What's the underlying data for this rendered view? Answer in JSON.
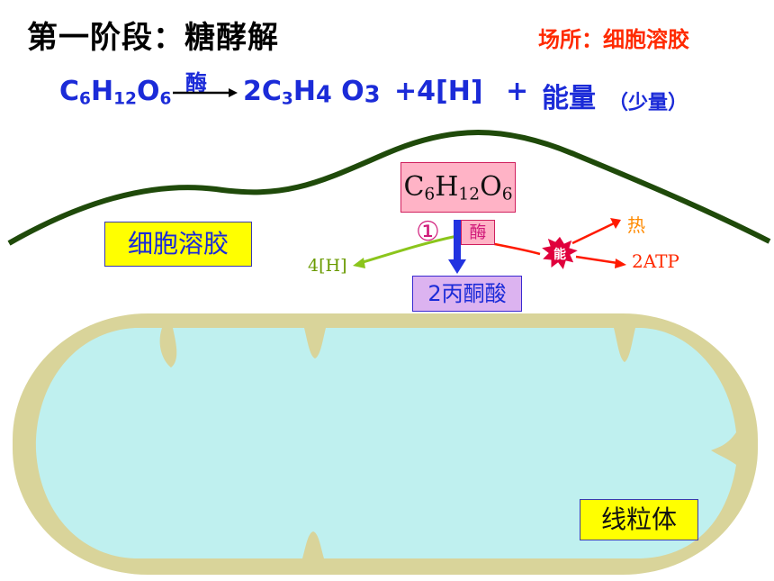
{
  "header": {
    "title": "第一阶段：糖酵解",
    "location": "场所：细胞溶胶"
  },
  "equation": {
    "glucose": {
      "c": "C",
      "c_n": "6",
      "h": "H",
      "h_n": "12",
      "o": "O",
      "o_n": "6"
    },
    "enzyme": "酶",
    "product": {
      "coef": "2",
      "c": "C",
      "c_n": "3",
      "h": "H",
      "h_n": "4",
      "o": "O",
      "o_n": "3"
    },
    "plus_h": "+4[H]",
    "plus": "+",
    "energy": "能量",
    "energy_note": "（少量）"
  },
  "diagram": {
    "glucose_box": {
      "c": "C",
      "c_n": "6",
      "h": "H",
      "h_n": "12",
      "o": "O",
      "o_n": "6"
    },
    "step": "①",
    "enzyme": "酶",
    "pyruvate": "2丙酮酸",
    "hydrogen": "4[H]",
    "energy": "能",
    "heat": "热",
    "atp": "2ATP",
    "cytosol": "细胞溶胶",
    "mitochondrion": "线粒体"
  },
  "colors": {
    "membrane": "#1f4a0a",
    "mito_outer": "#d9d49a",
    "mito_inner": "#bff0ef",
    "arrow_blue": "#2233e0",
    "arrow_green": "#8bc51c",
    "arrow_red": "#ff1a00",
    "burst": "#e0003c"
  }
}
